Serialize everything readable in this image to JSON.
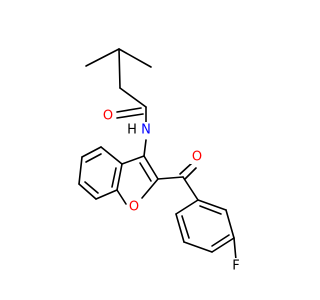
{
  "diagram": {
    "type": "chemical-structure",
    "colors": {
      "bond": "#000000",
      "oxygen": "#ff0000",
      "nitrogen": "#0000ff",
      "fluorine": "#000000",
      "hydrogen": "#000000",
      "background": "#ffffff"
    },
    "atoms": {
      "amide_oxygen": "O",
      "nitrogen": "N",
      "hydrogen": "H",
      "ketone_oxygen": "O",
      "furan_oxygen": "O",
      "fluorine": "F"
    }
  }
}
